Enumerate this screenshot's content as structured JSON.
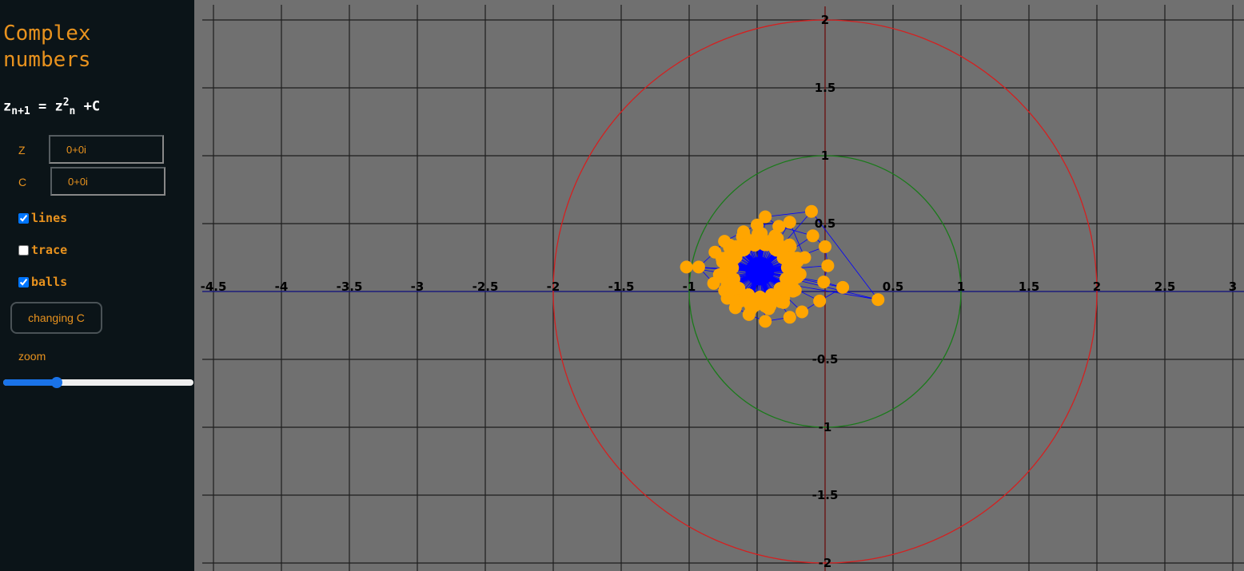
{
  "app": {
    "title": "Complex\nnumbers"
  },
  "formula": {
    "lhs_base": "z",
    "lhs_sub": "n+1",
    "equals": " = ",
    "rhs_base": "z",
    "rhs_sup": "2",
    "rhs_sub": "n",
    "rhs_tail": " +C"
  },
  "inputs": {
    "z": {
      "label": "Z",
      "value": "0+0i"
    },
    "c": {
      "label": "C",
      "value": "0+0i"
    }
  },
  "options": {
    "lines": {
      "label": "lines",
      "checked": true
    },
    "trace": {
      "label": "trace",
      "checked": false
    },
    "balls": {
      "label": "balls",
      "checked": true
    }
  },
  "action_button": {
    "label": "changing C"
  },
  "zoom": {
    "label": "zoom",
    "value": 0.27
  },
  "plot": {
    "x_ticks": [
      "-4.5",
      "-4",
      "-3.5",
      "-3",
      "-2.5",
      "-2",
      "-1.5",
      "-1",
      "0.5",
      "1",
      "1.5",
      "2",
      "2.5",
      "3"
    ],
    "y_ticks": [
      "2",
      "1.5",
      "1",
      "0.5",
      "-0.5",
      "-1",
      "-1.5",
      "-2"
    ],
    "colors": {
      "background": "#707070",
      "grid": "#1e1e1e",
      "real_axis": "#1c1c7a",
      "imag_axis": "#6a1a1a",
      "unit_circle": "#1a7a1a",
      "radius2_circle": "#d42020",
      "ball": "#ffa500",
      "line": "#0000ff"
    },
    "circles": [
      {
        "name": "unit-circle",
        "radius": 1
      },
      {
        "name": "escape-circle",
        "radius": 2
      }
    ],
    "orbit": {
      "center": [
        -0.48,
        0.15
      ],
      "outer_points": [
        [
          -1.02,
          0.18
        ],
        [
          0.39,
          -0.06
        ],
        [
          -0.1,
          0.59
        ],
        [
          -0.44,
          0.55
        ],
        [
          -0.34,
          0.48
        ],
        [
          -0.09,
          0.41
        ],
        [
          0.0,
          0.33
        ],
        [
          0.02,
          0.19
        ],
        [
          -0.01,
          0.07
        ],
        [
          0.13,
          0.03
        ],
        [
          -0.04,
          -0.07
        ],
        [
          -0.17,
          -0.15
        ],
        [
          -0.26,
          -0.19
        ],
        [
          -0.44,
          -0.22
        ],
        [
          -0.56,
          -0.17
        ],
        [
          -0.66,
          -0.12
        ],
        [
          -0.72,
          -0.05
        ],
        [
          -0.82,
          0.06
        ],
        [
          -0.93,
          0.18
        ],
        [
          -0.81,
          0.29
        ],
        [
          -0.74,
          0.37
        ],
        [
          -0.6,
          0.44
        ],
        [
          -0.5,
          0.49
        ],
        [
          -0.26,
          0.51
        ],
        [
          -0.15,
          0.25
        ]
      ]
    }
  }
}
